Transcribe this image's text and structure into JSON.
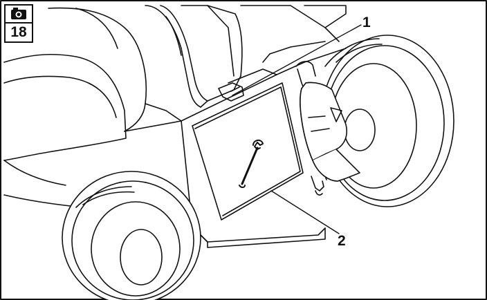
{
  "figure": {
    "badge": {
      "icon": "camera-icon",
      "number": "18"
    },
    "callouts": [
      {
        "label": "1"
      },
      {
        "label": "2"
      }
    ],
    "colors": {
      "line": "#111111",
      "background": "#ffffff"
    }
  }
}
